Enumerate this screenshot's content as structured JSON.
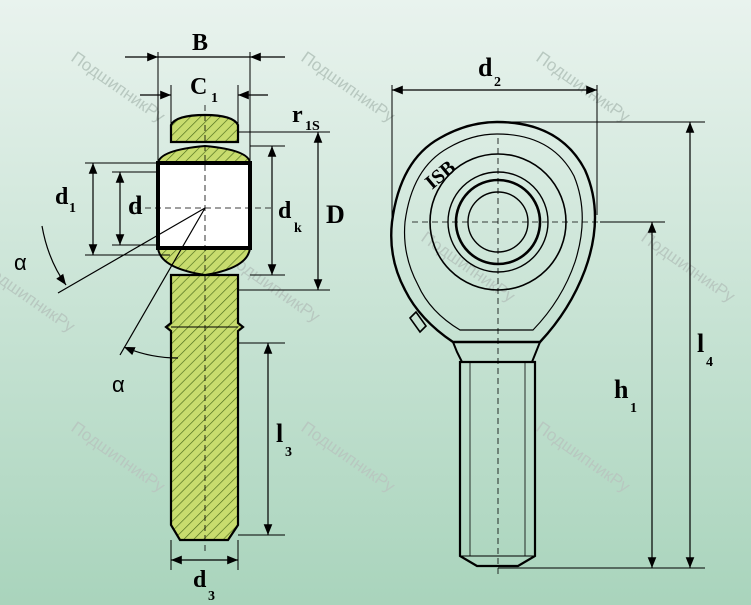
{
  "colors": {
    "background_top": "#e9f3ee",
    "background_bottom": "#a9d4bc",
    "part_fill": "#c8dc6e",
    "hatch": "#4a6a1a",
    "line": "#000000"
  },
  "watermark": "ПодшипникРу",
  "left_view": {
    "labels": {
      "B": "B",
      "C": "C",
      "C_sub": "1",
      "r": "r",
      "r_sub": "1S",
      "d1": "d",
      "d1_sub": "1",
      "d": "d",
      "dk": "d",
      "dk_sub": "k",
      "D": "D",
      "alpha_top": "α",
      "alpha_bottom": "α",
      "l3": "l",
      "l3_sub": "3",
      "d3": "d",
      "d3_sub": "3"
    }
  },
  "right_view": {
    "brand": "ISB",
    "labels": {
      "d2": "d",
      "d2_sub": "2",
      "h1": "h",
      "h1_sub": "1",
      "l4": "l",
      "l4_sub": "4"
    }
  }
}
